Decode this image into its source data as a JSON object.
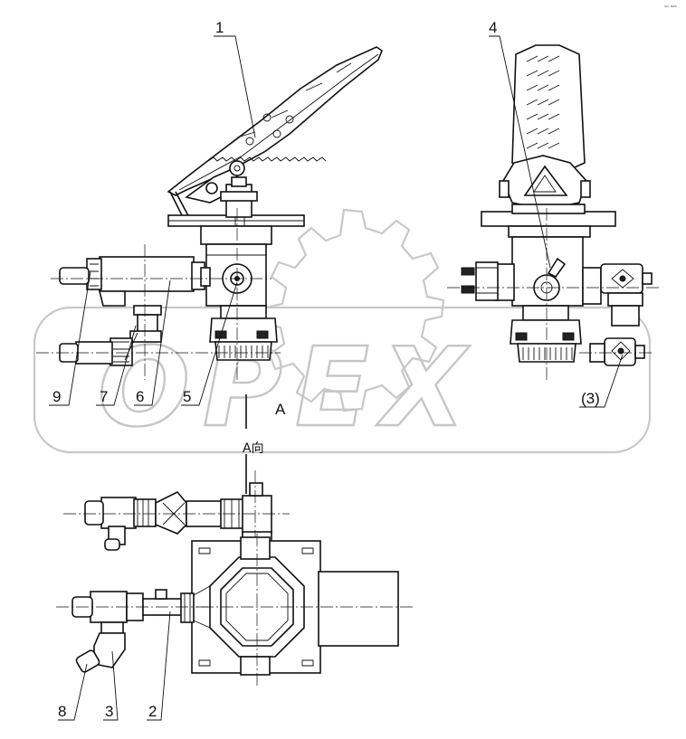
{
  "labels": {
    "part_1": "1",
    "part_2": "2",
    "part_3": "3",
    "part_3_paren": "(3)",
    "part_4": "4",
    "part_5": "5",
    "part_6": "6",
    "part_7": "7",
    "part_8": "8",
    "part_9": "9",
    "view_arrow_label": "A",
    "view_direction_label": "A向",
    "corner_mark": "ˢᵖ ᵃᵃᵃ"
  },
  "watermark": {
    "text": "OPEX"
  }
}
